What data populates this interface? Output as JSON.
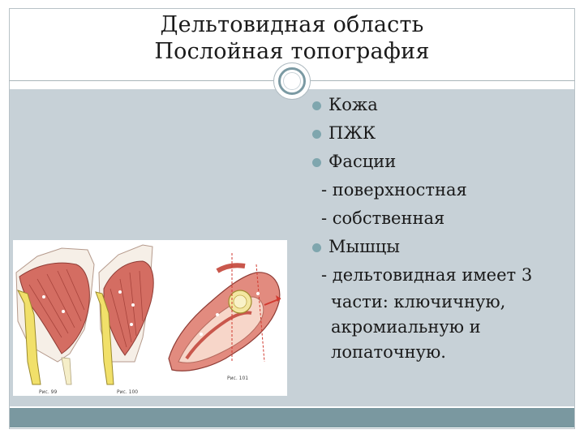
{
  "title": {
    "line1": "Дельтовидная область",
    "line2": "Послойная топография"
  },
  "bullets": [
    {
      "type": "bullet",
      "text": "Кожа"
    },
    {
      "type": "bullet",
      "text": "ПЖК"
    },
    {
      "type": "bullet",
      "text": "Фасции"
    },
    {
      "type": "sub",
      "text": "- поверхностная"
    },
    {
      "type": "sub",
      "text": "- собственная"
    },
    {
      "type": "bullet",
      "text": "Мышцы"
    },
    {
      "type": "sub",
      "text": "- дельтовидная имеет 3"
    },
    {
      "type": "cont",
      "text": "части: ключичную,"
    },
    {
      "type": "cont",
      "text": "акромиальную и"
    },
    {
      "type": "cont",
      "text": "лопаточную."
    }
  ],
  "figure": {
    "captions": [
      "Рис. 99",
      "Рис. 100",
      "Рис. 101"
    ]
  },
  "colors": {
    "content_bg": "#c7d1d7",
    "bottom_band": "#7a98a0",
    "bullet": "#7fa6ae",
    "muscle": "#c9574c",
    "bone": "#f0e070"
  }
}
